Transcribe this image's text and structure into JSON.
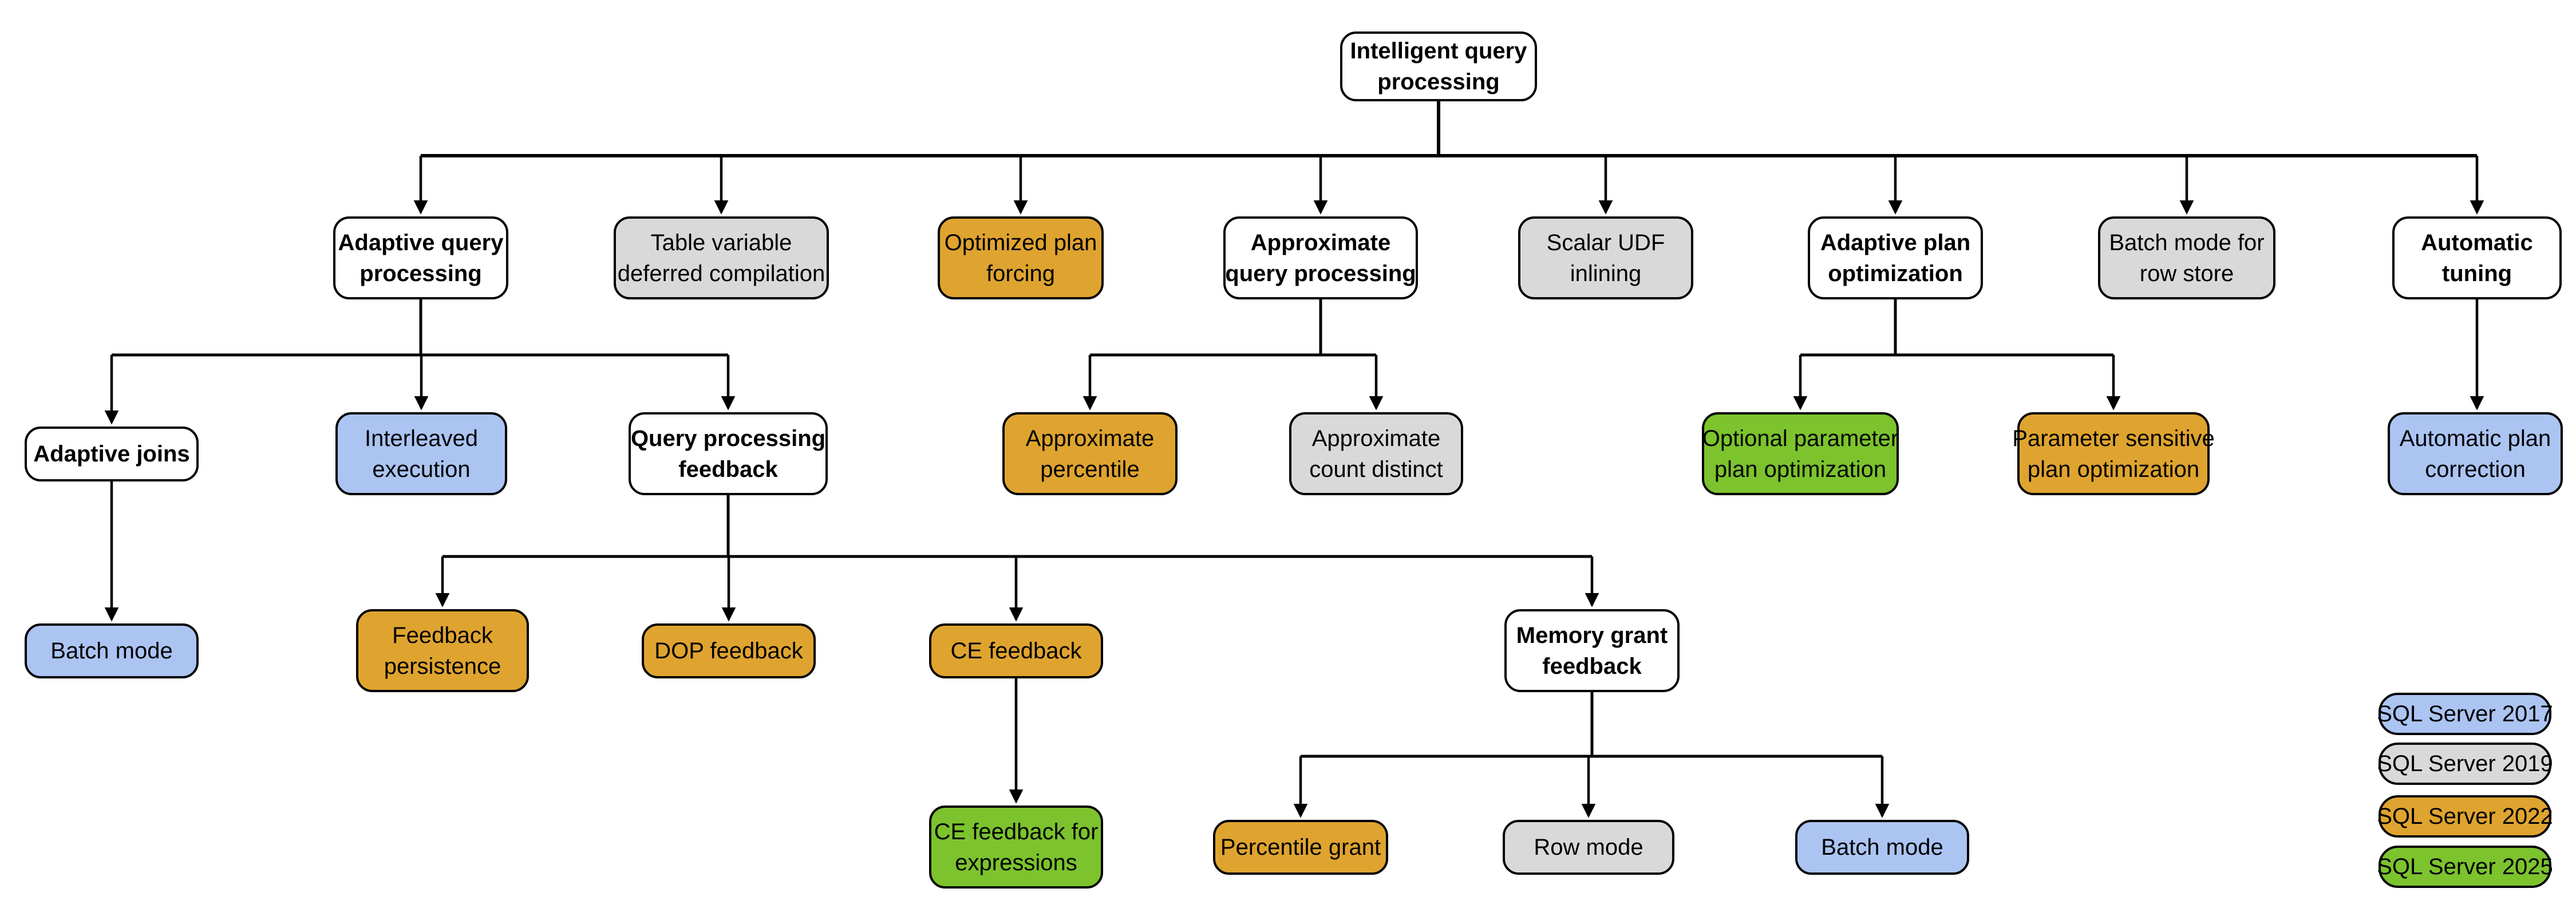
{
  "diagram": {
    "colors": {
      "white": "#ffffff",
      "gray": "#d9d9d9",
      "gold": "#dfa42f",
      "blue": "#abc4f2",
      "green": "#7cc32e",
      "border": "#000000"
    },
    "nodes": {
      "root": {
        "label": "Intelligent query\nprocessing",
        "color": "white"
      },
      "aqp": {
        "label": "Adaptive query\nprocessing",
        "color": "white"
      },
      "tvdc": {
        "label": "Table variable\ndeferred compilation",
        "color": "gray"
      },
      "opf": {
        "label": "Optimized plan\nforcing",
        "color": "gold"
      },
      "axqp": {
        "label": "Approximate\nquery processing",
        "color": "white"
      },
      "sudf": {
        "label": "Scalar UDF\ninlining",
        "color": "gray"
      },
      "apo": {
        "label": "Adaptive plan\noptimization",
        "color": "white"
      },
      "bmrs": {
        "label": "Batch mode for\nrow store",
        "color": "gray"
      },
      "at": {
        "label": "Automatic\ntuning",
        "color": "white"
      },
      "aj": {
        "label": "Adaptive joins",
        "color": "white"
      },
      "ie": {
        "label": "Interleaved\nexecution",
        "color": "blue"
      },
      "qpf": {
        "label": "Query processing\nfeedback",
        "color": "white"
      },
      "ap": {
        "label": "Approximate\npercentile",
        "color": "gold"
      },
      "acd": {
        "label": "Approximate\ncount distinct",
        "color": "gray"
      },
      "oppo": {
        "label": "Optional parameter\nplan optimization",
        "color": "green"
      },
      "pspo": {
        "label": "Parameter sensitive\nplan optimization",
        "color": "gold"
      },
      "apc": {
        "label": "Automatic plan\ncorrection",
        "color": "blue"
      },
      "bm1": {
        "label": "Batch mode",
        "color": "blue"
      },
      "fp": {
        "label": "Feedback\npersistence",
        "color": "gold"
      },
      "dop": {
        "label": "DOP feedback",
        "color": "gold"
      },
      "cef": {
        "label": "CE feedback",
        "color": "gold"
      },
      "mgf": {
        "label": "Memory grant\nfeedback",
        "color": "white"
      },
      "cefe": {
        "label": "CE feedback for\nexpressions",
        "color": "green"
      },
      "pg": {
        "label": "Percentile grant",
        "color": "gold"
      },
      "rm": {
        "label": "Row mode",
        "color": "gray"
      },
      "bm2": {
        "label": "Batch mode",
        "color": "blue"
      }
    },
    "legend": {
      "items": [
        {
          "label": "SQL Server 2017",
          "color": "blue"
        },
        {
          "label": "SQL Server 2019",
          "color": "gray"
        },
        {
          "label": "SQL Server 2022",
          "color": "gold"
        },
        {
          "label": "SQL Server 2025",
          "color": "green"
        }
      ]
    }
  }
}
